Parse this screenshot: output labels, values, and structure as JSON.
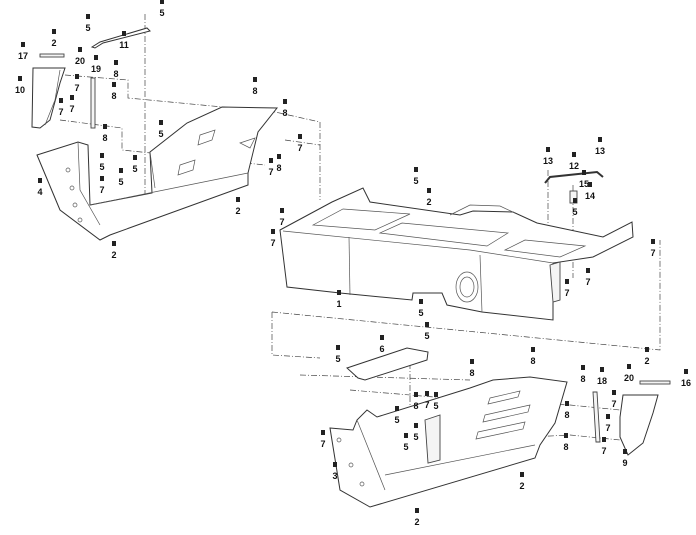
{
  "title": "Skid plate / floor exploded parts diagram",
  "callouts": [
    "5",
    "5",
    "11",
    "2",
    "17",
    "20",
    "19",
    "8",
    "10",
    "7",
    "8",
    "7",
    "7",
    "8",
    "8",
    "8",
    "7",
    "5",
    "5",
    "5",
    "7",
    "8",
    "7",
    "4",
    "5",
    "2",
    "2",
    "5",
    "2",
    "13",
    "12",
    "13",
    "15",
    "14",
    "5",
    "7",
    "7",
    "7",
    "7",
    "7",
    "1",
    "5",
    "5",
    "6",
    "5",
    "8",
    "8",
    "2",
    "16",
    "20",
    "18",
    "8",
    "7",
    "5",
    "8",
    "5",
    "7",
    "5",
    "5",
    "3",
    "2",
    "2",
    "8",
    "7",
    "8",
    "7",
    "9",
    "7"
  ]
}
